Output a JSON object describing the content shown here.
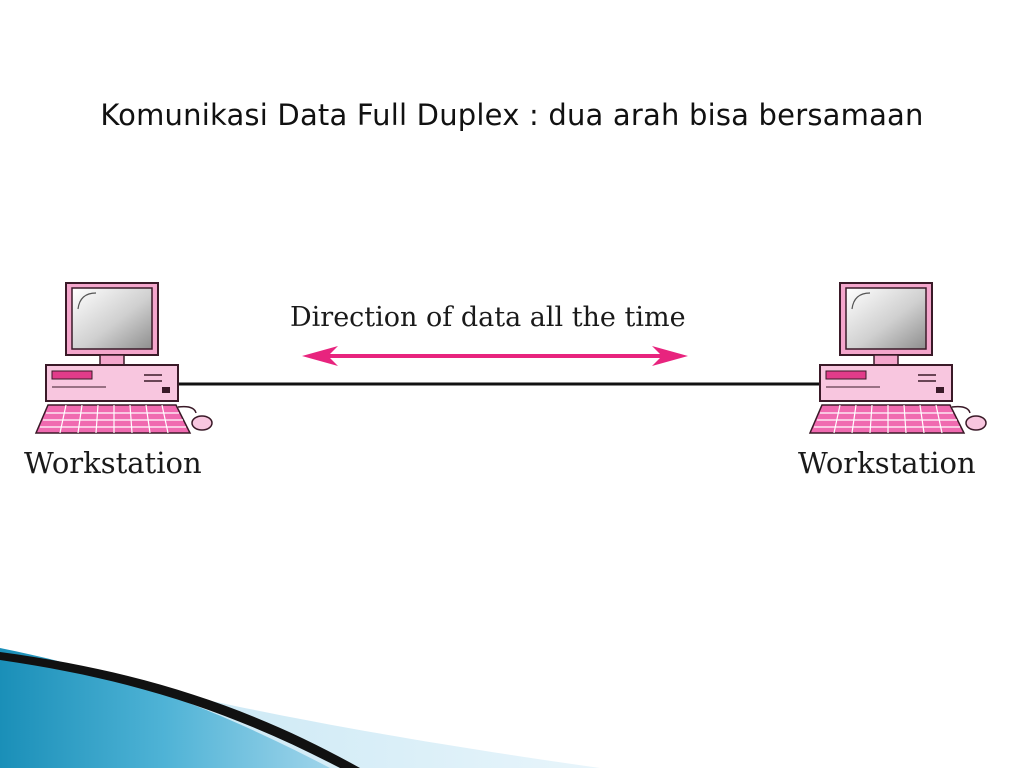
{
  "slide": {
    "title": "Komunikasi Data Full Duplex : dua arah bisa bersamaan"
  },
  "diagram": {
    "direction_label": "Direction of data all the time",
    "left_node": {
      "label": "Workstation",
      "icon": "computer-workstation-icon"
    },
    "right_node": {
      "label": "Workstation",
      "icon": "computer-workstation-icon"
    },
    "link": {
      "mode": "full-duplex",
      "arrow": "double-headed"
    },
    "colors": {
      "computer_pink": "#f4a6cc",
      "computer_magenta": "#e23c8a",
      "screen_gray": "#b9b9b9",
      "arrow_magenta": "#e8247e",
      "line": "#111111"
    }
  },
  "decor": {
    "footer": "blue-gradient-swoosh"
  }
}
